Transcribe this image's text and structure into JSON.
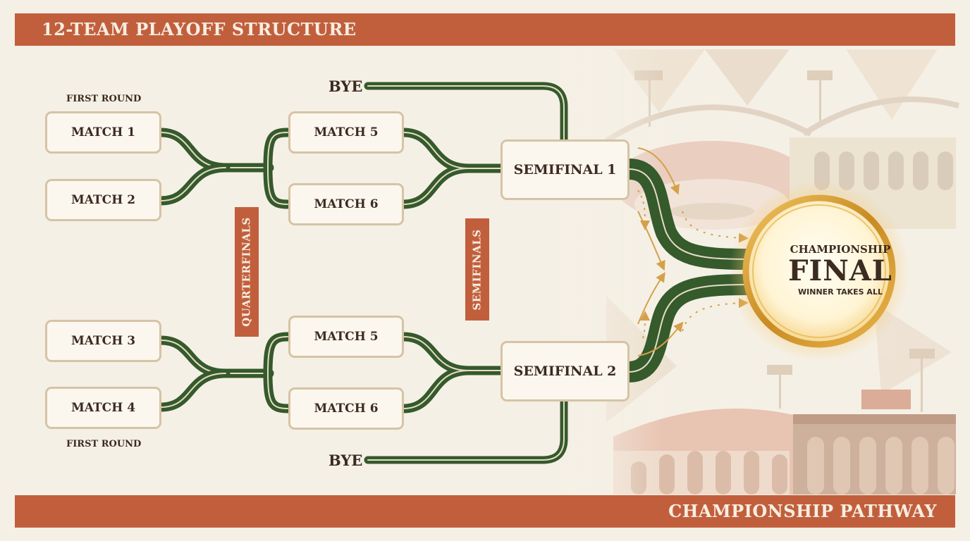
{
  "header": {
    "title": "12-TEAM PLAYOFF STRUCTURE"
  },
  "footer": {
    "title": "CHAMPIONSHIP PATHWAY"
  },
  "labels": {
    "first_round_top": "FIRST ROUND",
    "first_round_bottom": "FIRST ROUND",
    "bye_top": "BYE",
    "bye_bottom": "BYE",
    "quarterfinals": "QUARTERFINALS",
    "semifinals": "SEMIFINALS"
  },
  "first_round": [
    "MATCH 1",
    "MATCH 2",
    "MATCH 3",
    "MATCH 4"
  ],
  "quarterfinals": [
    "MATCH 5",
    "MATCH 6",
    "MATCH 5",
    "MATCH 6"
  ],
  "semifinals": [
    "SEMIFINAL 1",
    "SEMIFINAL 2"
  ],
  "final": {
    "line1": "CHAMPIONSHIP",
    "line2": "FINAL",
    "line3": "WINNER TAKES ALL"
  },
  "colors": {
    "banner": "#c15f3d",
    "track": "#355a2c",
    "box_border": "#d6c3a6",
    "text": "#3c2b21",
    "gold": "#d9a441"
  }
}
